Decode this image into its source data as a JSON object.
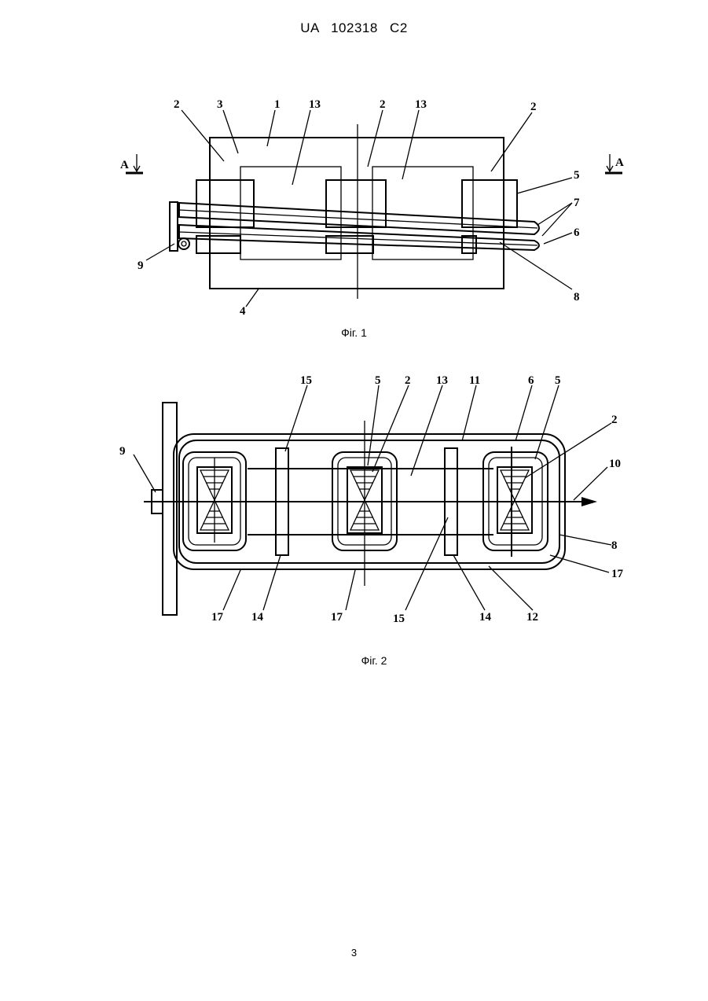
{
  "header": "UA 102318 C2",
  "figure1": {
    "caption": "Фіг. 1",
    "section_marks": [
      "A",
      "A"
    ],
    "labels": [
      "2",
      "3",
      "1",
      "13",
      "2",
      "13",
      "2",
      "5",
      "7",
      "6",
      "8",
      "9",
      "4"
    ]
  },
  "figure2": {
    "caption": "Фіг. 2",
    "labels": [
      "15",
      "5",
      "2",
      "13",
      "11",
      "6",
      "5",
      "2",
      "10",
      "9",
      "8",
      "17",
      "17",
      "14",
      "17",
      "15",
      "14",
      "12"
    ]
  },
  "page_number": "3"
}
